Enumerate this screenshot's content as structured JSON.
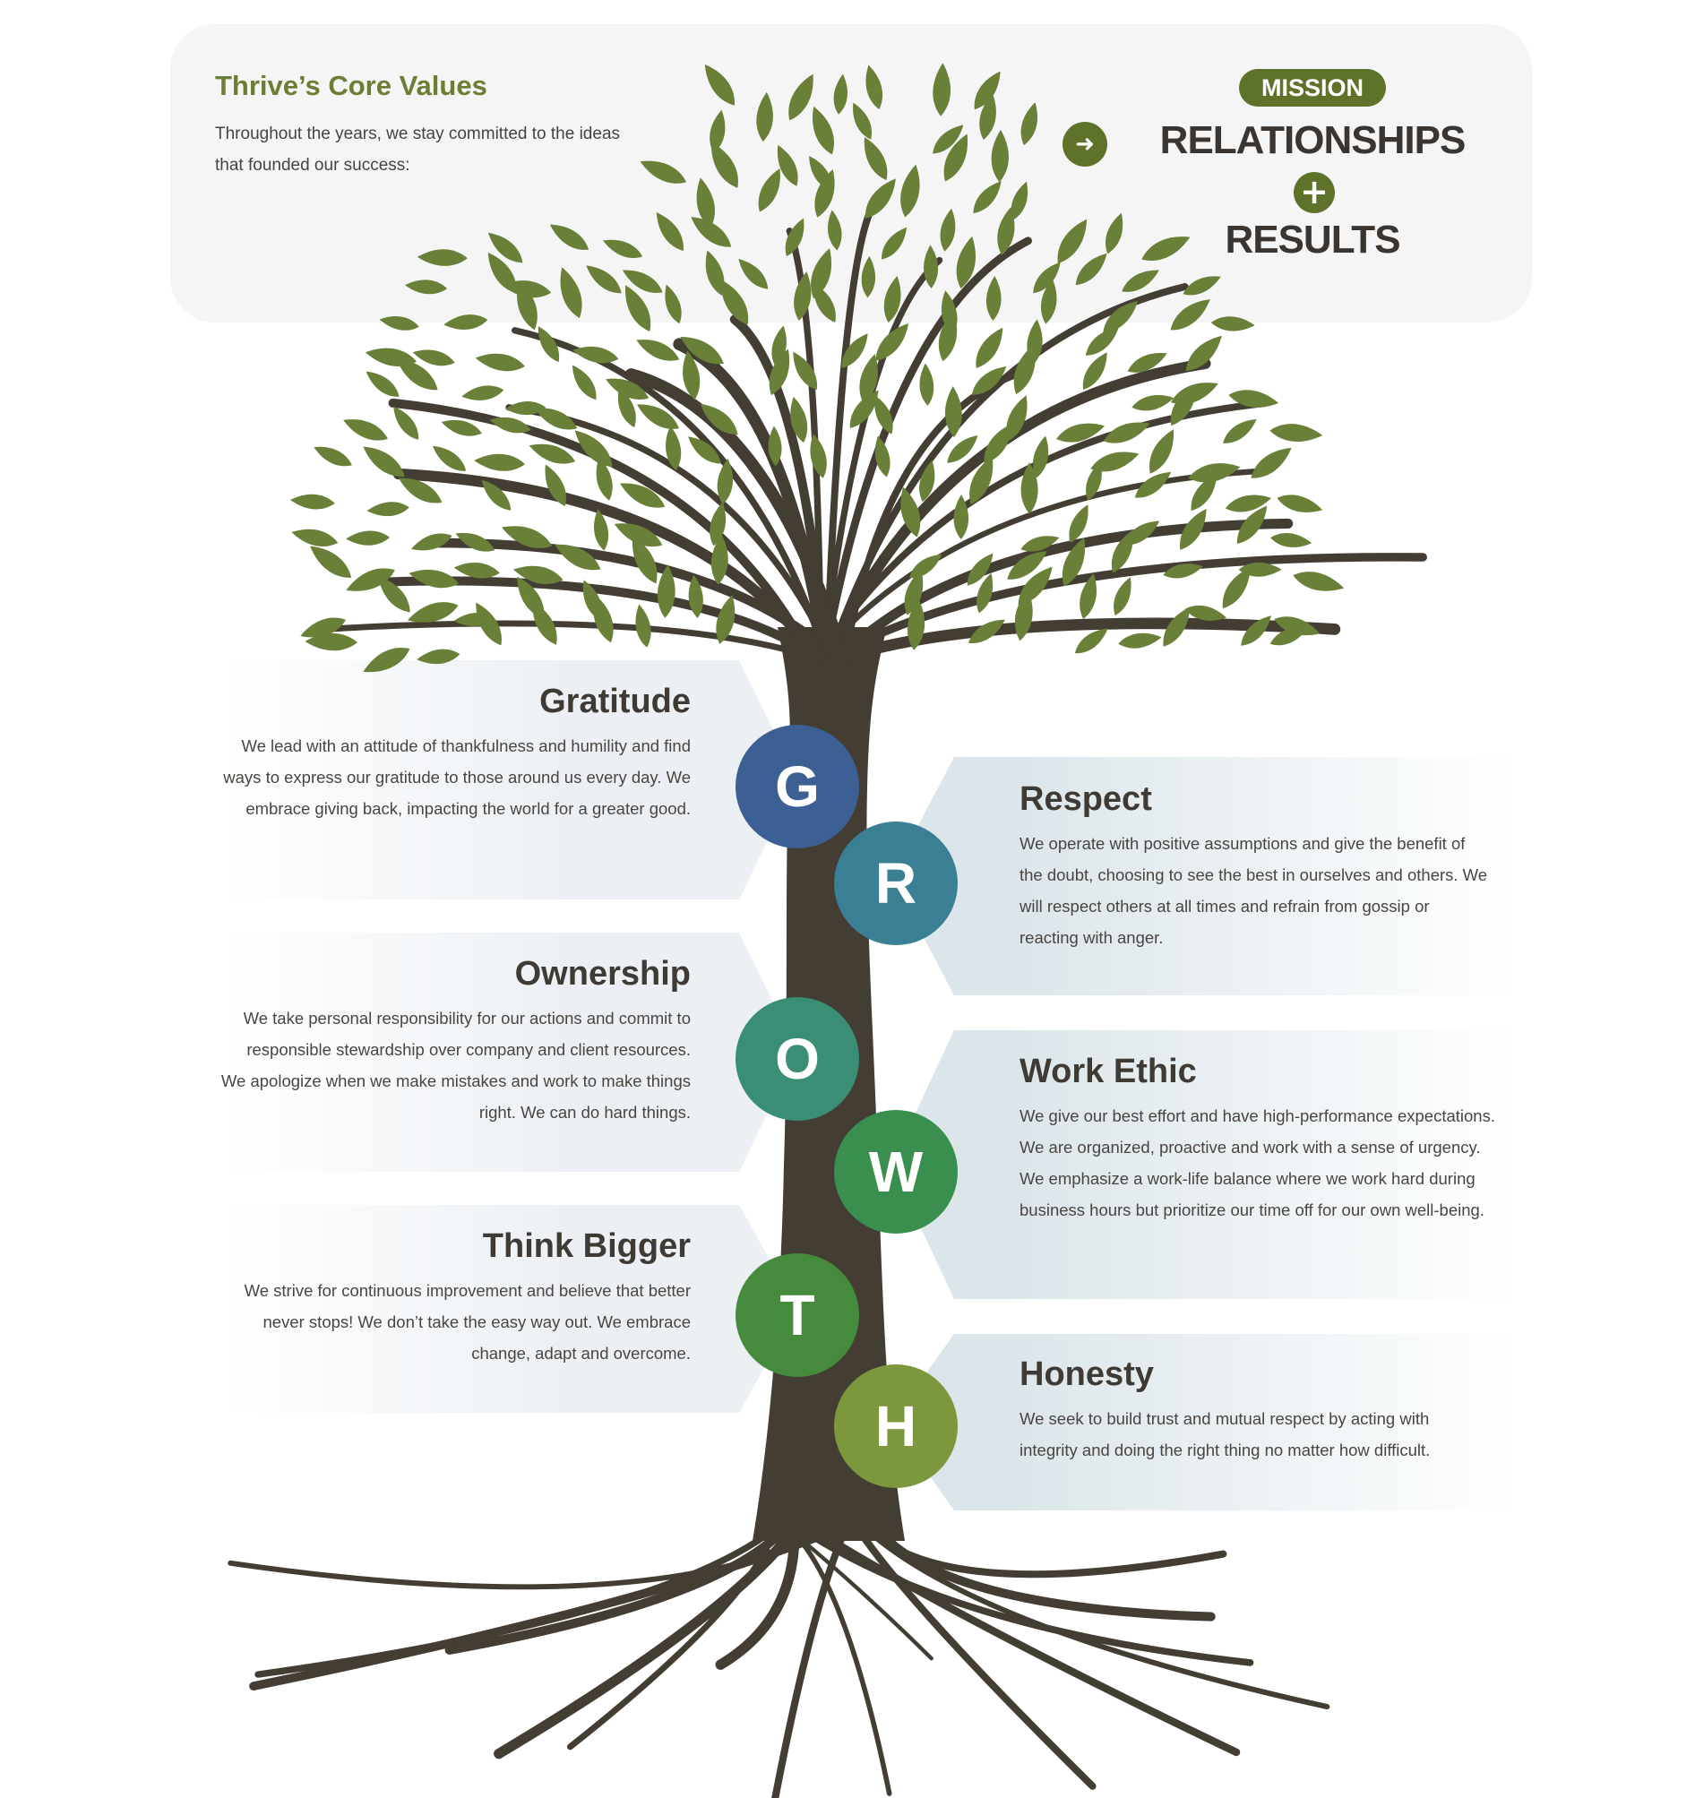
{
  "header": {
    "title": "Thrive’s Core Values",
    "subtitle": "Throughout the years, we stay committed to the ideas that founded our success:",
    "mission_badge": "MISSION",
    "mission_line1": "RELATIONSHIPS",
    "mission_plus": "+",
    "mission_line2": "RESULTS",
    "arrow_icon": "➜"
  },
  "values": [
    {
      "letter": "G",
      "title": "Gratitude",
      "text": "We lead with an attitude of thankfulness and humility and find ways to express our gratitude to those around us every day. We embrace giving back, impacting the world for a greater good.",
      "color": "#3c5f94"
    },
    {
      "letter": "R",
      "title": "Respect",
      "text": "We operate with positive assumptions and give the benefit of the doubt, choosing to see the best in ourselves and others. We will respect others at all times and refrain from gossip or reacting with anger.",
      "color": "#3a7f93"
    },
    {
      "letter": "O",
      "title": "Ownership",
      "text": "We take personal responsibility for our actions and commit to responsible stewardship over company and client resources. We apologize when we make mistakes and work to make things right. We can do hard things.",
      "color": "#3a8e76"
    },
    {
      "letter": "W",
      "title": "Work Ethic",
      "text": "We give our best effort and have high-performance expectations. We are organized, proactive and work with a sense of urgency. We emphasize a work-life balance where we work hard during business hours but prioritize our time off for our own well-being.",
      "color": "#3a8f4e"
    },
    {
      "letter": "T",
      "title": "Think Bigger",
      "text": "We strive for continuous improvement and believe that better never stops! We don’t take the easy way out. We embrace change, adapt and overcome.",
      "color": "#468a3d"
    },
    {
      "letter": "H",
      "title": "Honesty",
      "text": "We seek to build trust and mutual respect by acting with integrity and doing the right thing no matter how difficult.",
      "color": "#7d973d"
    }
  ],
  "colors": {
    "leaf": "#6a8038",
    "trunk": "#433d33",
    "accent": "#5f7229"
  }
}
